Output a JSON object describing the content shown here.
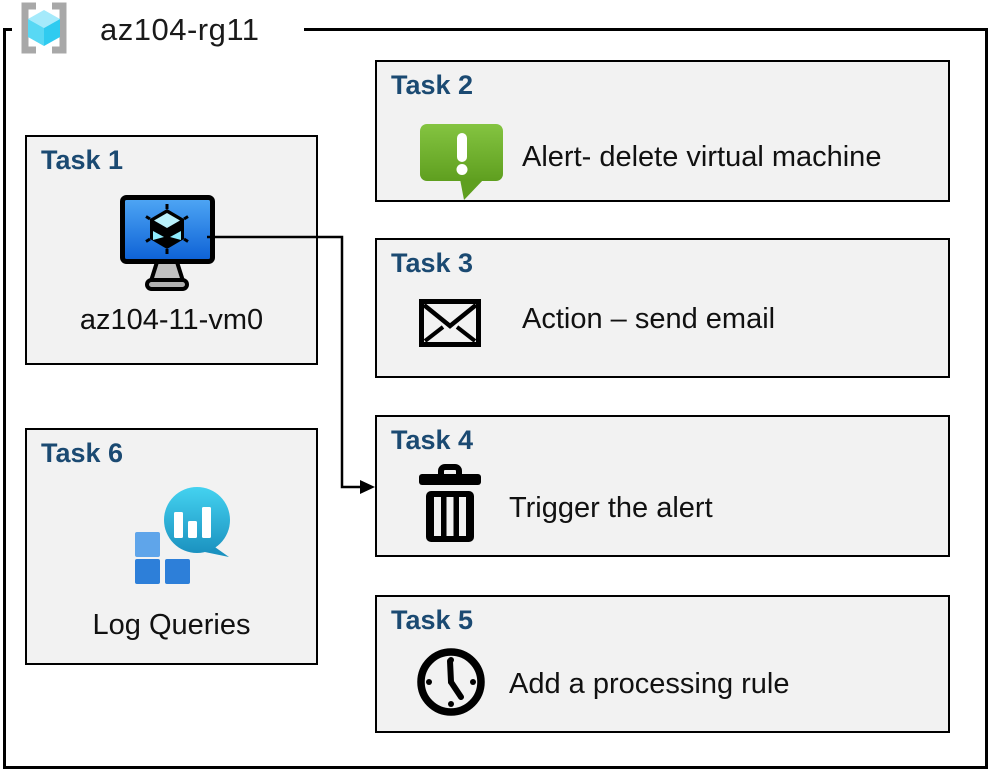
{
  "group": {
    "title": "az104-rg11",
    "icon": "resource-group-icon"
  },
  "tasks": [
    {
      "header": "Task 1",
      "label": "az104-11-vm0",
      "icon": "virtual-machine-icon"
    },
    {
      "header": "Task 2",
      "label": "Alert- delete virtual machine",
      "icon": "alert-icon"
    },
    {
      "header": "Task 3",
      "label": "Action – send email",
      "icon": "email-icon"
    },
    {
      "header": "Task 4",
      "label": "Trigger the alert",
      "icon": "trash-icon"
    },
    {
      "header": "Task 5",
      "label": "Add a processing rule",
      "icon": "clock-icon"
    },
    {
      "header": "Task 6",
      "label": "Log Queries",
      "icon": "log-queries-icon"
    }
  ],
  "connector": {
    "from": "Task 1",
    "to": "Task 4"
  },
  "colors": {
    "header_text": "#1b4a72",
    "box_fill": "#f2f2f2",
    "box_border": "#000000",
    "alert_green_top": "#84c441",
    "alert_green_bottom": "#5f9f1f",
    "vm_screen_top": "#4fa7f5",
    "vm_screen_bottom": "#0c60d5",
    "log_teal_top": "#44d2f0",
    "log_teal_bottom": "#1b92c0",
    "log_blue_light": "#5fa5ea",
    "log_blue_dark": "#2d7fd9",
    "rg_cube_cyan": "#45d2f2",
    "bracket_gray": "#a8a8a8"
  }
}
